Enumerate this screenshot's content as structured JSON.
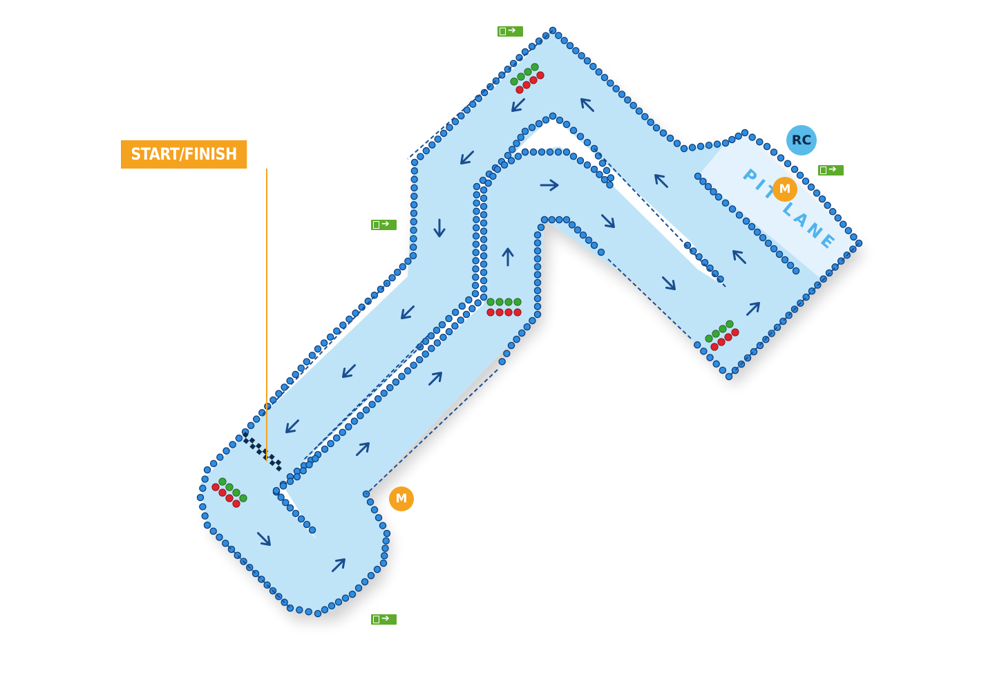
{
  "start_finish": {
    "label": "START/FINISH"
  },
  "pit_lane": {
    "label": "PIT LANE"
  },
  "race_control": {
    "label": "RC"
  },
  "marshals": [
    {
      "id": "marshal-pit",
      "label": "M"
    },
    {
      "id": "marshal-south",
      "label": "M"
    }
  ],
  "exits": [
    {
      "id": "exit-top",
      "icon": "emergency-exit-icon"
    },
    {
      "id": "exit-right",
      "icon": "emergency-exit-icon"
    },
    {
      "id": "exit-left",
      "icon": "emergency-exit-icon"
    },
    {
      "id": "exit-bottom",
      "icon": "emergency-exit-icon"
    }
  ],
  "colors": {
    "track_fill": "#bfe4f8",
    "pit_fill": "#e3f2fc",
    "barrier_tyre": "#2f8de0",
    "barrier_edge": "#0d3d7a",
    "dashed_line": "#1a4d8f",
    "arrow": "#1a4d8f",
    "start_finish_label": "#f5a21f",
    "marshal": "#f5a21f",
    "race_control": "#58bbea",
    "pit_text": "#4fb3ee",
    "exit_sign": "#5dab2b",
    "light_green": "#3aa635",
    "light_red": "#e0222b"
  }
}
